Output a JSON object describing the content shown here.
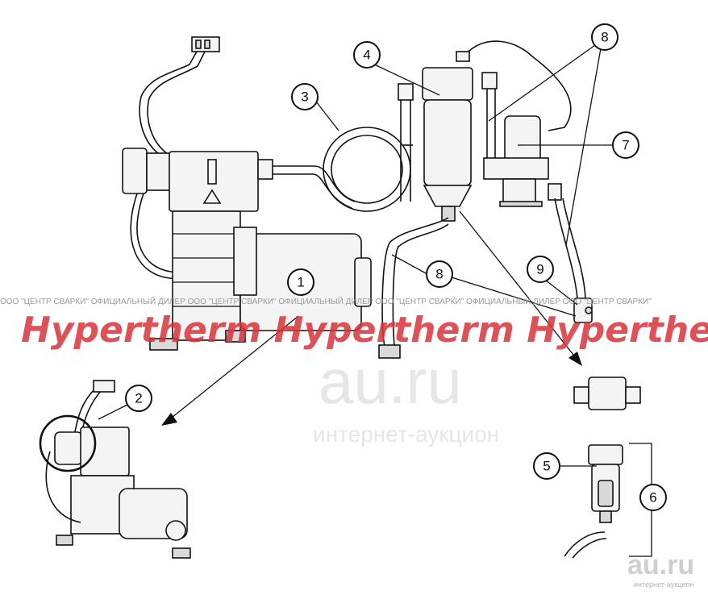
{
  "callouts": [
    {
      "label": "1"
    },
    {
      "label": "2"
    },
    {
      "label": "3"
    },
    {
      "label": "4"
    },
    {
      "label": "5"
    },
    {
      "label": "6"
    },
    {
      "label": "7"
    },
    {
      "label": "8"
    },
    {
      "label": "8"
    },
    {
      "label": "9"
    }
  ],
  "watermark": {
    "dealer": "ООО \"ЦЕНТР СВАРКИ\" ОФИЦИАЛЬНЫЙ ДИЛЕР ООО \"ЦЕНТР СВАРКИ\" ОФИЦИАЛЬНЫЙ ДИЛЕР ООО \"ЦЕНТР СВАРКИ\" ОФИЦИАЛЬНЫЙ ДИЛЕР ООО \"ЦЕНТР СВАРКИ\"",
    "brand": "Hypertherm Hypertherm Hypertherm Hyp",
    "faint_domain": "au.ru",
    "faint_tagline": "интернет-аукцион"
  },
  "logo": {
    "text": "au.ru",
    "tagline": "интернет-аукцион"
  }
}
